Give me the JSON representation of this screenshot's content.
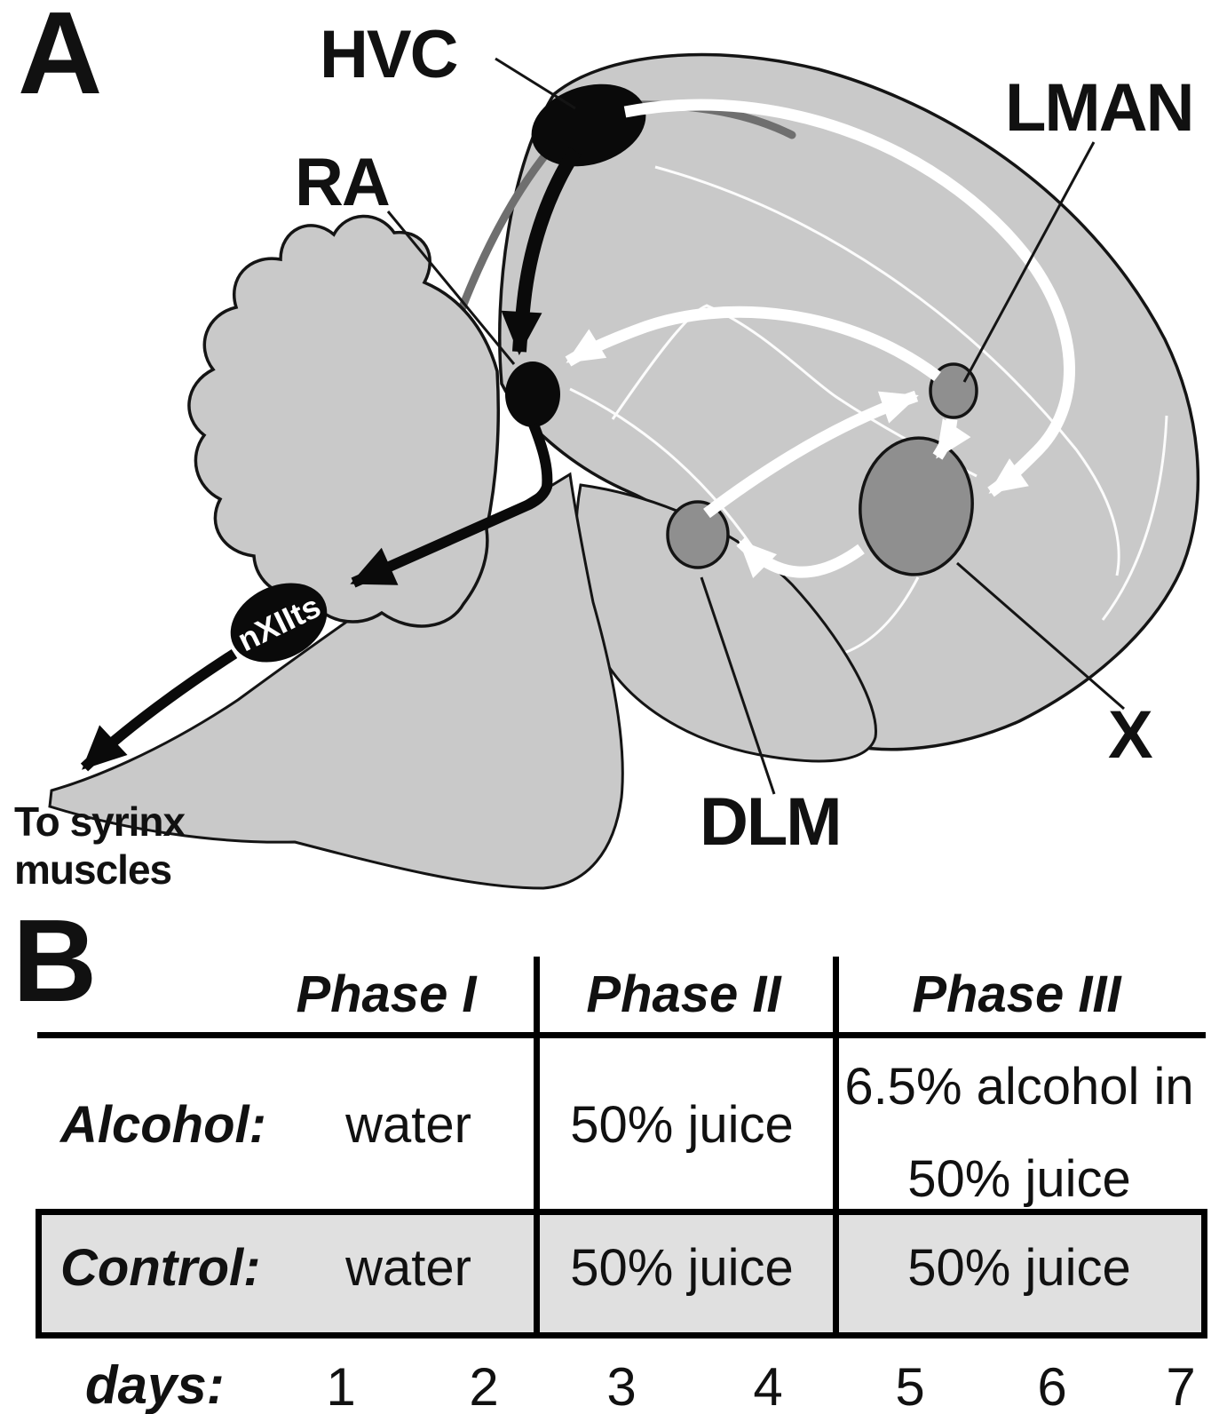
{
  "figure": {
    "panel_a": {
      "panel_label": "A",
      "nuclei": [
        {
          "id": "hvc",
          "label": "HVC",
          "color": "#0a0a0a"
        },
        {
          "id": "ra",
          "label": "RA",
          "color": "#0a0a0a"
        },
        {
          "id": "lman",
          "label": "LMAN",
          "color": "#8f8f8f"
        },
        {
          "id": "x",
          "label": "X",
          "color": "#8f8f8f"
        },
        {
          "id": "dlm",
          "label": "DLM",
          "color": "#8f8f8f"
        },
        {
          "id": "nxiits",
          "label": "nXIIts",
          "color": "#0a0a0a"
        }
      ],
      "output_caption_line1": "To syrinx",
      "output_caption_line2": "muscles",
      "colors": {
        "brain_fill": "#c9c9c9",
        "outline": "#141414",
        "dark_nucleus": "#0a0a0a",
        "gray_nucleus": "#8f8f8f",
        "motor_pathway": "#000000",
        "forebrain_pathway": "#ffffff",
        "tract_shadow": "#6f6f6f"
      }
    },
    "panel_b": {
      "panel_label": "B",
      "phases": [
        "Phase I",
        "Phase II",
        "Phase III"
      ],
      "rows": [
        {
          "label": "Alcohol:",
          "cells": [
            "water",
            "50% juice",
            "6.5% alcohol in 50% juice"
          ]
        },
        {
          "label": "Control:",
          "cells": [
            "water",
            "50% juice",
            "50% juice"
          ]
        }
      ],
      "days_label": "days:",
      "days": [
        "1",
        "2",
        "3",
        "4",
        "5",
        "6",
        "7"
      ],
      "colors": {
        "control_row_bg": "#e0e0e0",
        "table_lines": "#000000"
      }
    }
  }
}
